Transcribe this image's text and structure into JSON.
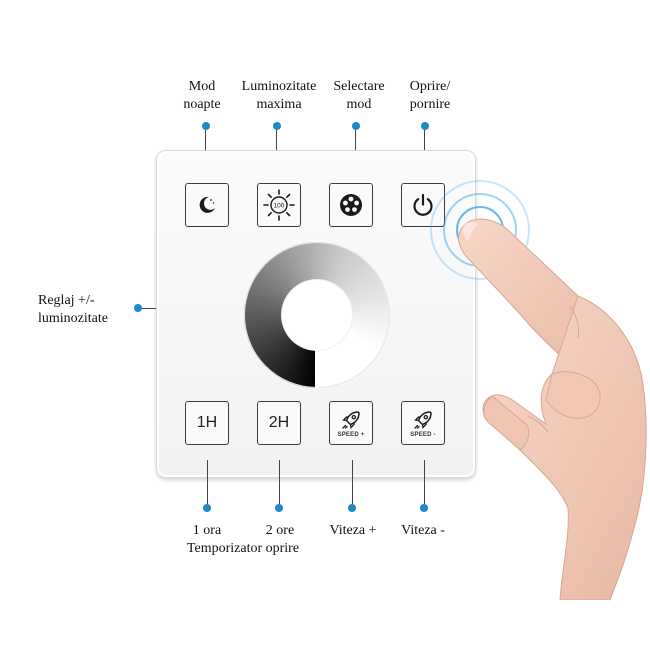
{
  "callouts": {
    "night_mode": [
      "Mod",
      "noapte"
    ],
    "max_brightness": [
      "Luminozitate",
      "maxima"
    ],
    "mode_select": [
      "Selectare",
      "mod"
    ],
    "power": [
      "Oprire/",
      "pornire"
    ],
    "brightness_adjust": [
      "Reglaj +/-",
      "luminozitate"
    ],
    "timer_1h": "1 ora",
    "timer_2h": "2 ore",
    "timer_caption": "Temporizator oprire",
    "speed_up": "Viteza +",
    "speed_down": "Viteza -"
  },
  "panel": {
    "brightness_icon_value": "100",
    "key_1h": "1H",
    "key_2h": "2H",
    "speed_plus": "SPEED +",
    "speed_minus": "SPEED -"
  },
  "colors": {
    "callout_dot": "#1e88c8",
    "touch_ripple": "#28a0e6",
    "panel_bg": "#f6f6f6"
  },
  "icons": [
    "moon-icon",
    "sun-icon",
    "palette-icon",
    "power-icon",
    "rocket-icon"
  ]
}
